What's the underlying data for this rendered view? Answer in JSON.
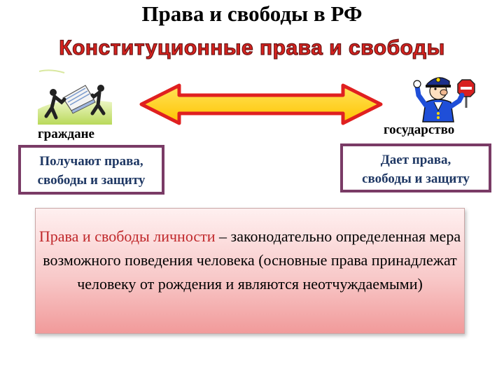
{
  "header": {
    "title": "Права и свободы в РФ",
    "subtitle": "Конституционные права и свободы"
  },
  "left": {
    "label": "граждане",
    "box_line1": "Получают права,",
    "box_line2": "свободы и защиту",
    "icon": "citizens-pushing-book-icon"
  },
  "right": {
    "label": "государство",
    "box_line1": "Дает права,",
    "box_line2": "свободы и защиту",
    "icon": "policeman-stop-sign-icon"
  },
  "arrow": {
    "icon": "double-headed-arrow-icon",
    "fill": "#ffd21f",
    "stroke": "#e02020"
  },
  "definition": {
    "term": "Права и свободы личности",
    "rest": " – законодательно определенная мера возможного поведения человека (основные права принадлежат человеку от рождения и являются неотчуждаемыми)"
  },
  "colors": {
    "subtitle": "#d8231f",
    "box_border": "#7a3b66",
    "box_text": "#1f3864",
    "definition_term": "#c0282b"
  }
}
